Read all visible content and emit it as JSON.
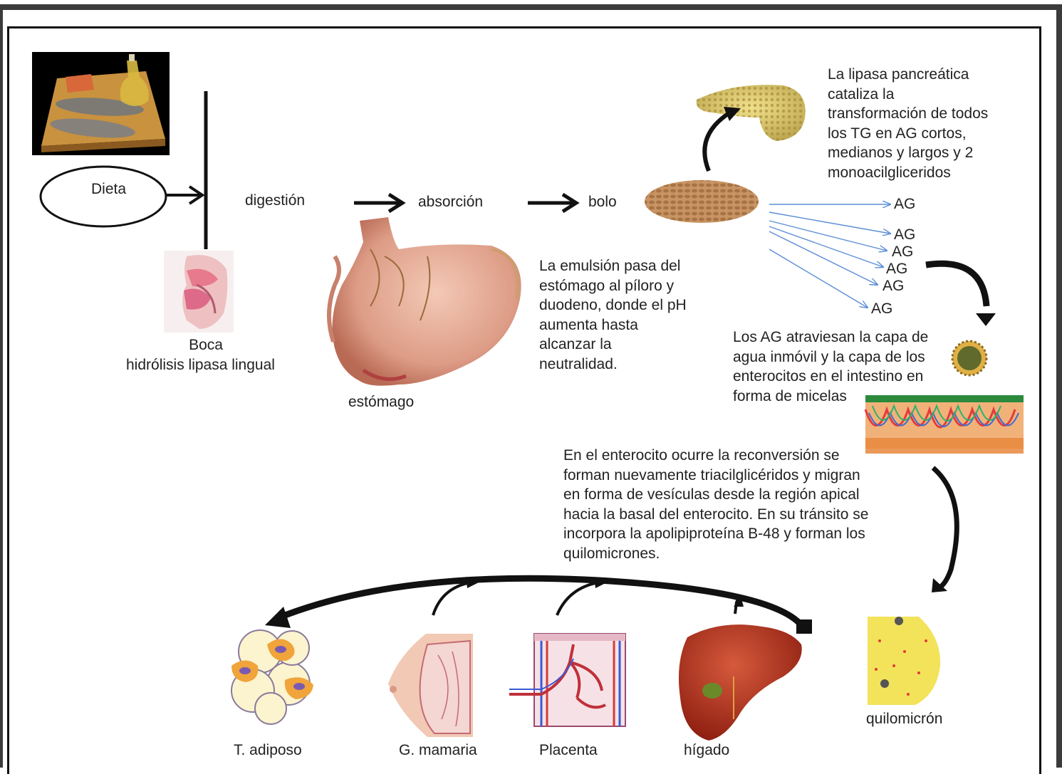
{
  "labels": {
    "diet": "Dieta",
    "digestion": "digestión",
    "absorption": "absorción",
    "bolus": "bolo",
    "mouth": "Boca",
    "mouth_sub": "hidrólisis lipasa lingual",
    "stomach": "estómago",
    "chylomicron": "quilomicrón",
    "adipose": "T. adiposo",
    "mammary": "G. mamaria",
    "placenta": "Placenta",
    "liver": "hígado",
    "fatty_acid": "AG"
  },
  "texts": {
    "emulsion": [
      "La emulsión pasa del",
      "estómago al píloro y",
      "duodeno, donde el pH",
      "aumenta hasta",
      "alcanzar la",
      "neutralidad."
    ],
    "lipase": [
      "La lipasa pancreática",
      "cataliza la",
      "transformación de todos",
      "los TG en AG cortos,",
      "medianos y largos y 2",
      "monoacilgliceridos"
    ],
    "micelles": [
      "Los AG atraviesan la capa de",
      "agua inmóvil y la capa de los",
      "enterocitos  en el intestino en",
      "forma de micelas"
    ],
    "enterocyte": [
      "En el  enterocito ocurre la reconversión se",
      "forman nuevamente triacilglicéridos  y migran",
      "en forma de vesículas desde la región apical",
      "hacia la basal del enterocito. En su tránsito se",
      "incorpora la apolipiproteína  B-48 y forman los",
      "quilomicrones."
    ]
  },
  "icons": [
    "food-picture",
    "mouth-anatomy",
    "stomach",
    "pancreas",
    "bolus",
    "micelle",
    "intestinal-villi",
    "chylomicron",
    "adipose-tissue",
    "mammary-gland",
    "placenta",
    "liver"
  ],
  "colors": {
    "frame": "#3b3b3b",
    "arrow": "#111111",
    "thin_arrow": "#5b8ed6",
    "organ_red": "#b8321e",
    "fat_yellow": "#f3e35a"
  }
}
